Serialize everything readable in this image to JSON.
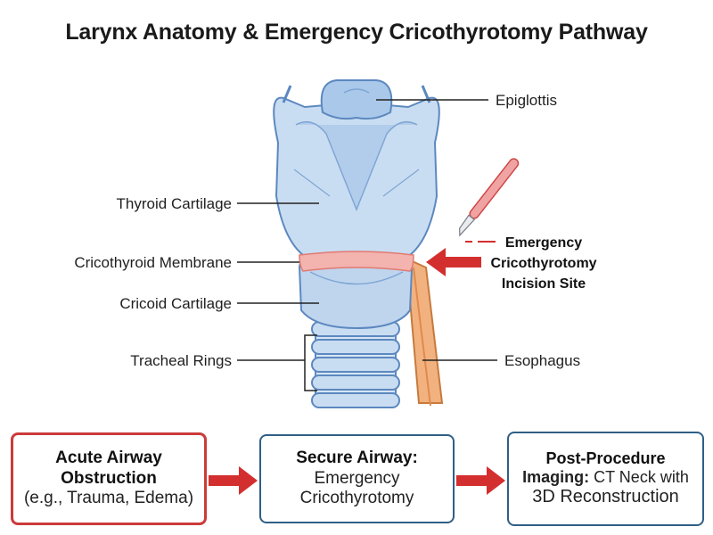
{
  "title": "Larynx Anatomy & Emergency Cricothyrotomy Pathway",
  "labels": {
    "epiglottis": "Epiglottis",
    "thyroid_cartilage": "Thyroid Cartilage",
    "cricothyroid_membrane": "Cricothyroid Membrane",
    "cricoid_cartilage": "Cricoid Cartilage",
    "tracheal_rings": "Tracheal Rings",
    "esophagus": "Esophagus"
  },
  "incision_callout": {
    "line1": "Emergency",
    "line2": "Cricothyrotomy",
    "line3": "Incision Site"
  },
  "flow": {
    "step1": {
      "title_line1": "Acute Airway",
      "title_line2": "Obstruction",
      "detail": "(e.g., Trauma, Edema)"
    },
    "step2": {
      "title": "Secure Airway:",
      "detail_line1": "Emergency",
      "detail_line2": "Cricothyrotomy"
    },
    "step3": {
      "title_line1": "Post-Procedure",
      "title_line2_bold": "Imaging:",
      "title_line2_rest": " CT Neck with",
      "detail": "3D Reconstruction"
    }
  },
  "colors": {
    "cartilage_fill": "#c9ddf2",
    "cartilage_dark": "#9fc0e4",
    "outline": "#5c88bf",
    "membrane": "#f3b3ae",
    "esophagus": "#f2b27f",
    "alert_red": "#d32f2f",
    "box_blue": "#2f5f86"
  },
  "icons": {
    "scalpel": "scalpel-icon",
    "incision_arrow": "arrow-left-icon",
    "flow_arrow": "arrow-right-icon"
  }
}
